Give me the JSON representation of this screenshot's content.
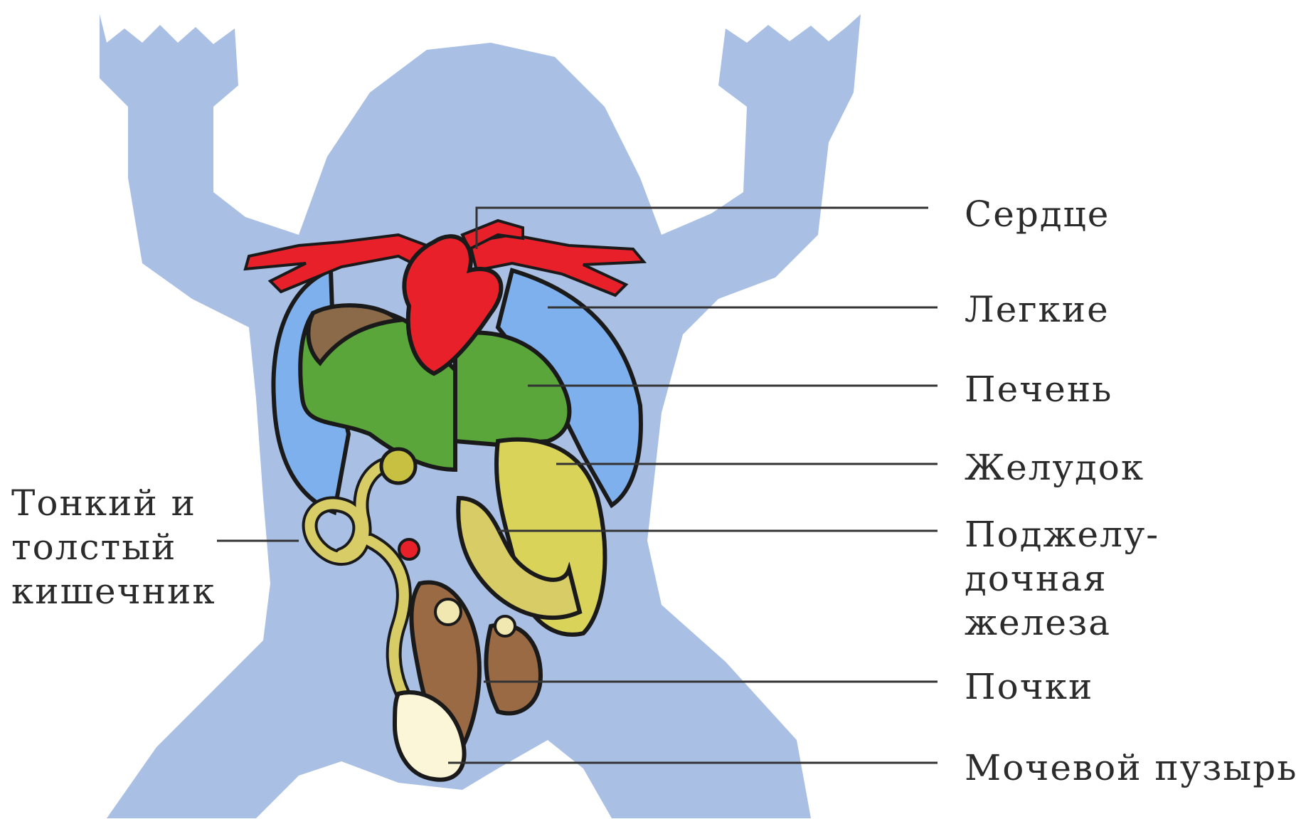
{
  "labels": {
    "heart": "Сердце",
    "lungs": "Легкие",
    "liver": "Печень",
    "stomach": "Желудок",
    "pancreas": "Поджелу-\nдочная\nжелеза",
    "kidneys": "Почки",
    "bladder": "Мочевой пузырь",
    "intestine": "Тонкий и\nтолстый\nкишечник"
  },
  "colors": {
    "body": "#a9bfe3",
    "heart": "#e8202a",
    "lungs": "#7fb0ee",
    "liver": "#5aa63a",
    "liver_dark": "#8b6a4a",
    "stomach": "#d9d35a",
    "intestine": "#d8cc66",
    "kidneys": "#9a6a45",
    "bladder": "#fbf6d8",
    "leader": "#333333"
  }
}
